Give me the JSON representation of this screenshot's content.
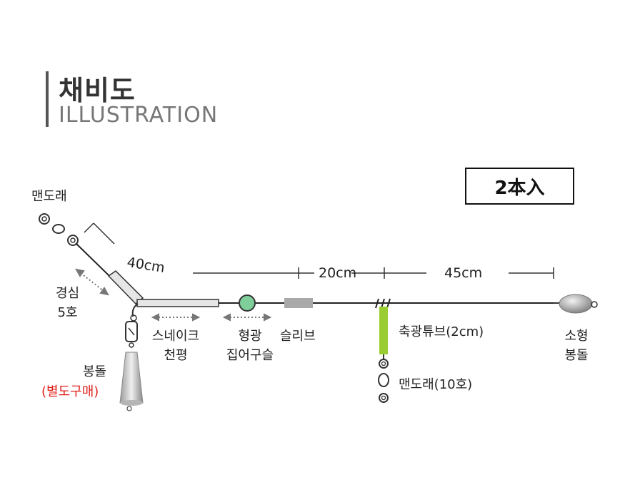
{
  "header": {
    "title": "채비도",
    "subtitle": "ILLUSTRATION"
  },
  "badge": "2本入",
  "labels": {
    "swivel_top": "맨도래",
    "core_line_1": "경심",
    "core_line_2": "5호",
    "sinker_1": "봉돌",
    "sinker_2": "(별도구매)",
    "snake_1": "스네이크",
    "snake_2": "천평",
    "bead_1": "형광",
    "bead_2": "집어구슬",
    "sleeve": "슬리브",
    "tube": "축광튜브(2cm)",
    "swivel_bottom": "맨도래(10호)",
    "small_sinker_1": "소형",
    "small_sinker_2": "봉돌"
  },
  "dimensions": {
    "arm": "40cm",
    "mid": "20cm",
    "end": "45cm"
  },
  "colors": {
    "bead": "#7fcf9a",
    "tube": "#9acd32",
    "sleeve": "#a9a9a9",
    "label_red": "#e0201a"
  }
}
